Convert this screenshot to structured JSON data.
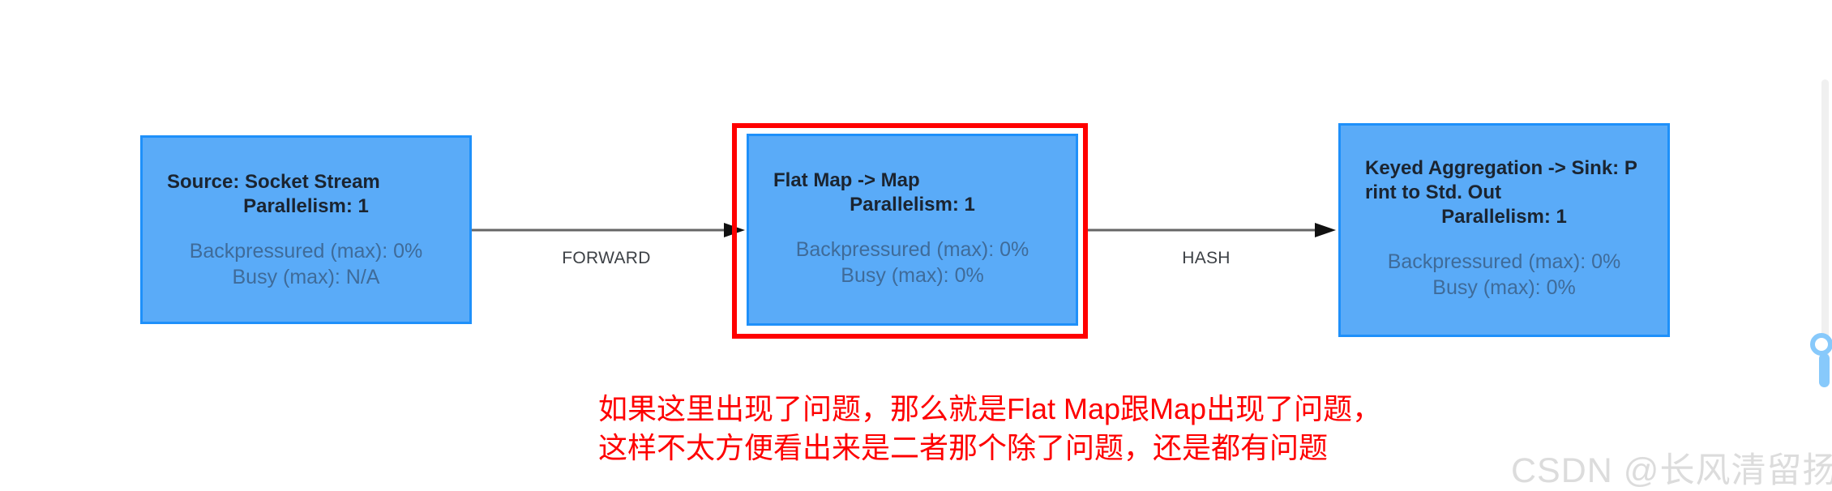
{
  "graph": {
    "nodes": [
      {
        "title": "Source: Socket Stream",
        "parallelism": "Parallelism: 1",
        "backpressured": "Backpressured (max): 0%",
        "busy": "Busy (max): N/A",
        "highlighted": false
      },
      {
        "title": "Flat Map -> Map",
        "parallelism": "Parallelism: 1",
        "backpressured": "Backpressured (max): 0%",
        "busy": "Busy (max): 0%",
        "highlighted": true
      },
      {
        "title": "Keyed Aggregation -> Sink: Print to Std. Out",
        "parallelism": "Parallelism: 1",
        "backpressured": "Backpressured (max): 0%",
        "busy": "Busy (max): 0%",
        "highlighted": false
      }
    ],
    "edges": [
      {
        "label": "FORWARD",
        "from": 0,
        "to": 1
      },
      {
        "label": "HASH",
        "from": 1,
        "to": 2
      }
    ]
  },
  "annotation": {
    "line1": "如果这里出现了问题，那么就是Flat Map跟Map出现了问题，",
    "line2": "这样不太方便看出来是二者那个除了问题，还是都有问题",
    "color": "#FE0000"
  },
  "watermark": {
    "text": "CSDN @长风清留扬",
    "color": "#DCDCDC"
  },
  "colors": {
    "node_fill": "#5AABF8",
    "node_border": "#1E90FA",
    "node_title_text": "#1B2430",
    "node_metrics_text": "#3F6B99",
    "edge_line": "#666666",
    "edge_arrowhead": "#111111",
    "edge_label_text": "#3C4045",
    "highlight_box": "#FF0000",
    "slider_accent": "#87C9FB",
    "slider_track": "#F0F0F0",
    "background": "#FFFFFF"
  }
}
